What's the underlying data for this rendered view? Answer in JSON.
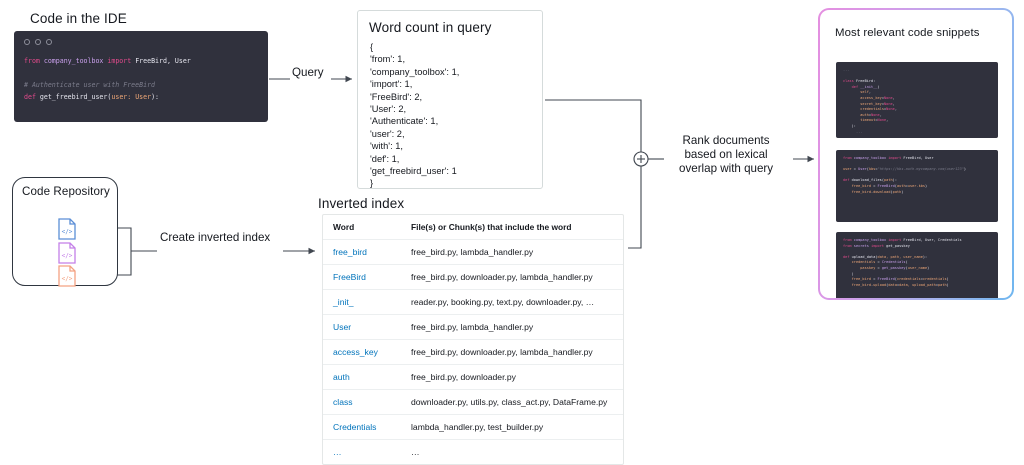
{
  "ide": {
    "title": "Code in the IDE",
    "window_dots": 3,
    "code_lines": [
      [
        {
          "t": "from ",
          "c": "k"
        },
        {
          "t": "company_toolbox ",
          "c": "id"
        },
        {
          "t": "import ",
          "c": "k"
        },
        {
          "t": "FreeBird, User",
          "c": "w"
        }
      ],
      [
        {
          "t": "",
          "c": "w"
        }
      ],
      [
        {
          "t": "# Authenticate user with FreeBird",
          "c": "cm"
        }
      ],
      [
        {
          "t": "def ",
          "c": "k"
        },
        {
          "t": "get_freebird_user",
          "c": "w"
        },
        {
          "t": "(",
          "c": "w"
        },
        {
          "t": "user: User",
          "c": "p"
        },
        {
          "t": "):",
          "c": "w"
        }
      ]
    ]
  },
  "wordcount": {
    "title": "Word count in query",
    "body": "{\n'from': 1,\n'company_toolbox': 1,\n'import': 1,\n'FreeBird': 2,\n'User': 2,\n'Authenticate': 1,\n'user': 2,\n'with': 1,\n'def': 1,\n'get_freebird_user': 1\n}",
    "entries": [
      {
        "word": "from",
        "count": 1
      },
      {
        "word": "company_toolbox",
        "count": 1
      },
      {
        "word": "import",
        "count": 1
      },
      {
        "word": "FreeBird",
        "count": 2
      },
      {
        "word": "User",
        "count": 2
      },
      {
        "word": "Authenticate",
        "count": 1
      },
      {
        "word": "user",
        "count": 2
      },
      {
        "word": "with",
        "count": 1
      },
      {
        "word": "def",
        "count": 1
      },
      {
        "word": "get_freebird_user",
        "count": 1
      }
    ]
  },
  "repository": {
    "title": "Code Repository",
    "files": [
      {
        "icon": "code-file-icon",
        "color": "#5b8ed6"
      },
      {
        "icon": "code-file-icon",
        "color": "#c47fe8"
      },
      {
        "icon": "code-file-icon",
        "color": "#f3a282"
      }
    ]
  },
  "inverted_index": {
    "title": "Inverted index",
    "columns": [
      "Word",
      "File(s) or Chunk(s) that include the word"
    ],
    "rows": [
      {
        "word": "free_bird",
        "files": "free_bird.py,  lambda_handler.py"
      },
      {
        "word": "FreeBird",
        "files": "free_bird.py, downloader.py,  lambda_handler.py"
      },
      {
        "word": "_init_",
        "files": "reader.py, booking.py, text.py, downloader.py, …"
      },
      {
        "word": "User",
        "files": "free_bird.py,  lambda_handler.py"
      },
      {
        "word": "access_key",
        "files": "free_bird.py, downloader.py,  lambda_handler.py"
      },
      {
        "word": "auth",
        "files": "free_bird.py, downloader.py"
      },
      {
        "word": "class",
        "files": "downloader.py,  utils.py,  class_act.py,  DataFrame.py"
      },
      {
        "word": "Credentials",
        "files": "lambda_handler.py,  test_builder.py"
      },
      {
        "word": "…",
        "files": "…"
      }
    ]
  },
  "flow": {
    "query_label": "Query",
    "create_index_label": "Create inverted index",
    "merge_icon": "plus-circle-icon",
    "rank_label_lines": [
      "Rank documents",
      "based on lexical",
      "overlap with query"
    ]
  },
  "snippets": {
    "title": "Most relevant code snippets",
    "items": [
      {
        "name": "snippet-freebird-class",
        "lines": [
          [
            {
              "t": "...",
              "c": "dim"
            }
          ],
          [
            {
              "t": "",
              "c": "w"
            }
          ],
          [
            {
              "t": "class ",
              "c": "k"
            },
            {
              "t": "FreeBird",
              "c": "cls"
            },
            {
              "t": ":",
              "c": "w"
            }
          ],
          [
            {
              "t": "    def ",
              "c": "k"
            },
            {
              "t": "__init__",
              "c": "id"
            },
            {
              "t": "(",
              "c": "w"
            }
          ],
          [
            {
              "t": "        self",
              "c": "p"
            },
            {
              "t": ",",
              "c": "w"
            }
          ],
          [
            {
              "t": "        access_key",
              "c": "p"
            },
            {
              "t": "=",
              "c": "w"
            },
            {
              "t": "None",
              "c": "k"
            },
            {
              "t": ",",
              "c": "w"
            }
          ],
          [
            {
              "t": "        secret_key",
              "c": "p"
            },
            {
              "t": "=",
              "c": "w"
            },
            {
              "t": "None",
              "c": "k"
            },
            {
              "t": ",",
              "c": "w"
            }
          ],
          [
            {
              "t": "        credentials",
              "c": "p"
            },
            {
              "t": "=",
              "c": "w"
            },
            {
              "t": "None",
              "c": "k"
            },
            {
              "t": ",",
              "c": "w"
            }
          ],
          [
            {
              "t": "        auth",
              "c": "p"
            },
            {
              "t": "=",
              "c": "w"
            },
            {
              "t": "None",
              "c": "k"
            },
            {
              "t": ",",
              "c": "w"
            }
          ],
          [
            {
              "t": "        timeout",
              "c": "p"
            },
            {
              "t": "=",
              "c": "w"
            },
            {
              "t": "None",
              "c": "k"
            },
            {
              "t": ",",
              "c": "w"
            }
          ],
          [
            {
              "t": "    ):",
              "c": "w"
            }
          ],
          [
            {
              "t": "      ...",
              "c": "dim"
            }
          ]
        ]
      },
      {
        "name": "snippet-download-files",
        "lines": [
          [
            {
              "t": "from ",
              "c": "k"
            },
            {
              "t": "company_toolbox ",
              "c": "id"
            },
            {
              "t": "import ",
              "c": "k"
            },
            {
              "t": "FreeBird, User",
              "c": "w"
            }
          ],
          [
            {
              "t": "",
              "c": "w"
            }
          ],
          [
            {
              "t": "user ",
              "c": "p"
            },
            {
              "t": "= ",
              "c": "w"
            },
            {
              "t": "User",
              "c": "id"
            },
            {
              "t": "(",
              "c": "w"
            },
            {
              "t": "kbs",
              "c": "p"
            },
            {
              "t": "=",
              "c": "w"
            },
            {
              "t": "\"https://kbs-auth.mycompany.com/user123\"",
              "c": "cm"
            },
            {
              "t": ")",
              "c": "w"
            }
          ],
          [
            {
              "t": "",
              "c": "w"
            }
          ],
          [
            {
              "t": "def ",
              "c": "k"
            },
            {
              "t": "download_files",
              "c": "w"
            },
            {
              "t": "(",
              "c": "w"
            },
            {
              "t": "path",
              "c": "p"
            },
            {
              "t": "):",
              "c": "w"
            }
          ],
          [
            {
              "t": "    free_bird ",
              "c": "p"
            },
            {
              "t": "= ",
              "c": "w"
            },
            {
              "t": "FreeBird",
              "c": "id"
            },
            {
              "t": "(",
              "c": "w"
            },
            {
              "t": "auth",
              "c": "p"
            },
            {
              "t": "=",
              "c": "w"
            },
            {
              "t": "user.kbs",
              "c": "p"
            },
            {
              "t": ")",
              "c": "w"
            }
          ],
          [
            {
              "t": "    free_bird",
              "c": "p"
            },
            {
              "t": ".",
              "c": "w"
            },
            {
              "t": "download",
              "c": "p"
            },
            {
              "t": "(",
              "c": "w"
            },
            {
              "t": "path",
              "c": "p"
            },
            {
              "t": ")",
              "c": "w"
            }
          ]
        ]
      },
      {
        "name": "snippet-upload-data",
        "lines": [
          [
            {
              "t": "from ",
              "c": "k"
            },
            {
              "t": "company_toolbox ",
              "c": "id"
            },
            {
              "t": "import ",
              "c": "k"
            },
            {
              "t": "FreeBird, User, Credentials",
              "c": "w"
            }
          ],
          [
            {
              "t": "from ",
              "c": "k"
            },
            {
              "t": "secrets ",
              "c": "id"
            },
            {
              "t": "import ",
              "c": "k"
            },
            {
              "t": "get_passkey",
              "c": "w"
            }
          ],
          [
            {
              "t": "",
              "c": "w"
            }
          ],
          [
            {
              "t": "def ",
              "c": "k"
            },
            {
              "t": "upload_data",
              "c": "w"
            },
            {
              "t": "(",
              "c": "w"
            },
            {
              "t": "data, path, user_name",
              "c": "p"
            },
            {
              "t": "):",
              "c": "w"
            }
          ],
          [
            {
              "t": "    credentials ",
              "c": "p"
            },
            {
              "t": "= ",
              "c": "w"
            },
            {
              "t": "Credentials",
              "c": "id"
            },
            {
              "t": "(",
              "c": "w"
            }
          ],
          [
            {
              "t": "        passkey ",
              "c": "p"
            },
            {
              "t": "= ",
              "c": "w"
            },
            {
              "t": "get_passkey",
              "c": "id"
            },
            {
              "t": "(",
              "c": "w"
            },
            {
              "t": "user_name",
              "c": "p"
            },
            {
              "t": ")",
              "c": "w"
            }
          ],
          [
            {
              "t": "    )",
              "c": "w"
            }
          ],
          [
            {
              "t": "    free_bird ",
              "c": "p"
            },
            {
              "t": "= ",
              "c": "w"
            },
            {
              "t": "FreeBird",
              "c": "id"
            },
            {
              "t": "(",
              "c": "w"
            },
            {
              "t": "credentials",
              "c": "p"
            },
            {
              "t": "=",
              "c": "w"
            },
            {
              "t": "credentials",
              "c": "p"
            },
            {
              "t": ")",
              "c": "w"
            }
          ],
          [
            {
              "t": "    free_bird",
              "c": "p"
            },
            {
              "t": ".",
              "c": "w"
            },
            {
              "t": "upload",
              "c": "p"
            },
            {
              "t": "(",
              "c": "w"
            },
            {
              "t": "data",
              "c": "p"
            },
            {
              "t": "=",
              "c": "w"
            },
            {
              "t": "data, ",
              "c": "p"
            },
            {
              "t": "upload_path",
              "c": "p"
            },
            {
              "t": "=",
              "c": "w"
            },
            {
              "t": "path",
              "c": "p"
            },
            {
              "t": ")",
              "c": "w"
            }
          ]
        ]
      }
    ]
  },
  "colors": {
    "link": "#0073bb",
    "code_bg": "#30313d",
    "keyword": "#e24a8c",
    "identifier": "#c9a0ec",
    "param": "#f0a878",
    "comment": "#7c7d8c",
    "gradient_start": "#e48fe0",
    "gradient_end": "#6fb6ef",
    "wire": "#414750"
  }
}
